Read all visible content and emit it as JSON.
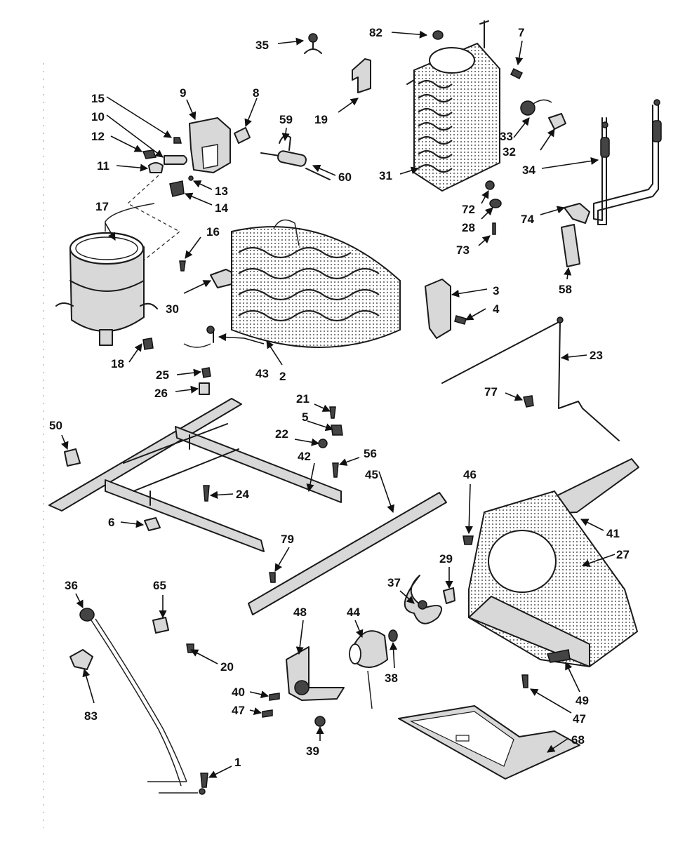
{
  "labels": {
    "l1": "1",
    "l2": "2",
    "l3": "3",
    "l4": "4",
    "l5": "5",
    "l6": "6",
    "l7": "7",
    "l8": "8",
    "l9": "9",
    "l10": "10",
    "l11": "11",
    "l12": "12",
    "l13": "13",
    "l14": "14",
    "l15": "15",
    "l16": "16",
    "l17": "17",
    "l18": "18",
    "l19": "19",
    "l20": "20",
    "l21": "21",
    "l22": "22",
    "l23": "23",
    "l24": "24",
    "l25": "25",
    "l26": "26",
    "l27": "27",
    "l28": "28",
    "l29": "29",
    "l30": "30",
    "l31": "31",
    "l32": "32",
    "l33": "33",
    "l34": "34",
    "l35": "35",
    "l36": "36",
    "l37": "37",
    "l38": "38",
    "l39": "39",
    "l40": "40",
    "l41": "41",
    "l42": "42",
    "l43": "43",
    "l44": "44",
    "l45": "45",
    "l46": "46",
    "l47a": "47",
    "l47b": "47",
    "l48": "48",
    "l49": "49",
    "l50": "50",
    "l56": "56",
    "l58": "58",
    "l59": "59",
    "l60": "60",
    "l65": "65",
    "l68": "68",
    "l72": "72",
    "l73": "73",
    "l74": "74",
    "l77": "77",
    "l79": "79",
    "l82": "82",
    "l83": "83"
  }
}
